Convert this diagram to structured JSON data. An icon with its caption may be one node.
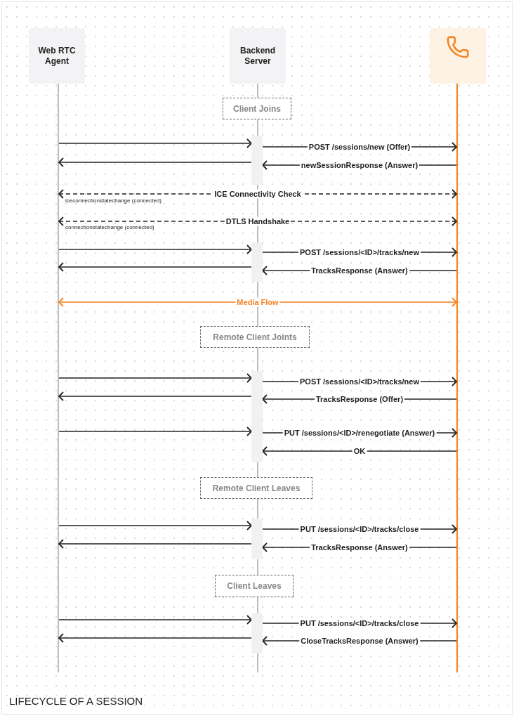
{
  "diagram": {
    "title": "LIFECYCLE OF A SESSION",
    "nodes": [
      {
        "text": [
          "Web RTC Agent"
        ]
      },
      {
        "text": [
          "Backend Server"
        ]
      },
      {
        "text": [],
        "shape": "box"
      },
      {
        "text": [],
        "shape": "line"
      },
      {
        "text": [],
        "shape": "line"
      },
      {
        "text": [],
        "shape": "line"
      },
      {
        "text": [
          "Client Joins"
        ]
      },
      {
        "text": [],
        "shape": "bar"
      },
      {
        "text": [],
        "shape": "bar"
      },
      {
        "text": [
          "Remote Client Joints"
        ]
      },
      {
        "text": [],
        "shape": "bar"
      },
      {
        "text": [
          "Remote Client Leaves"
        ]
      },
      {
        "text": [],
        "shape": "bar"
      },
      {
        "text": [
          "Client Leaves"
        ]
      },
      {
        "text": [],
        "shape": "bar"
      }
    ],
    "edges": [
      {
        "from": 3,
        "to": 7,
        "arrow": "to"
      },
      {
        "from": 7,
        "to": 5,
        "arrow": "to",
        "label": "POST /sessions/new (Offer)"
      },
      {
        "from": 7,
        "to": 3,
        "arrow": "to"
      },
      {
        "from": 5,
        "to": 7,
        "arrow": "to",
        "label": "newSessionResponse (Answer)"
      },
      {
        "from": 3,
        "to": 5,
        "arrow": "both",
        "style": "dashed",
        "label": "ICE Connectivity Check"
      },
      {
        "from": 3,
        "to": 5,
        "arrow": "both",
        "style": "dashed",
        "label": "DTLS Handshake"
      },
      {
        "from": 3,
        "to": 8,
        "arrow": "to"
      },
      {
        "from": 8,
        "to": 5,
        "arrow": "to",
        "label": "POST /sessions/<ID>/tracks/new"
      },
      {
        "from": 8,
        "to": 3,
        "arrow": "to"
      },
      {
        "from": 5,
        "to": 8,
        "arrow": "to",
        "label": "TracksResponse (Answer)"
      },
      {
        "from": 3,
        "to": 5,
        "arrow": "both",
        "color": "#f6821f",
        "label": "Media Flow"
      },
      {
        "from": 3,
        "to": 10,
        "arrow": "to"
      },
      {
        "from": 10,
        "to": 5,
        "arrow": "to",
        "label": "POST /sessions/<ID>/tracks/new"
      },
      {
        "from": 10,
        "to": 3,
        "arrow": "to"
      },
      {
        "from": 5,
        "to": 10,
        "arrow": "to",
        "label": "TracksResponse (Offer)"
      },
      {
        "from": 3,
        "to": 10,
        "arrow": "to"
      },
      {
        "from": 10,
        "to": 5,
        "arrow": "to",
        "label": "PUT /sessions/<ID>/renegotiate (Answer)"
      },
      {
        "from": 5,
        "to": 10,
        "arrow": "to",
        "label": "OK"
      },
      {
        "from": 3,
        "to": 12,
        "arrow": "to"
      },
      {
        "from": 12,
        "to": 5,
        "arrow": "to",
        "label": "PUT /sessions/<ID>/tracks/close"
      },
      {
        "from": 12,
        "to": 3,
        "arrow": "to"
      },
      {
        "from": 5,
        "to": 12,
        "arrow": "to",
        "label": "TracksResponse (Answer)"
      },
      {
        "from": 3,
        "to": 14,
        "arrow": "to"
      },
      {
        "from": 14,
        "to": 5,
        "arrow": "to",
        "label": "PUT /sessions/<ID>/tracks/close"
      },
      {
        "from": 14,
        "to": 3,
        "arrow": "to"
      },
      {
        "from": 5,
        "to": 14,
        "arrow": "to",
        "label": "CloseTracksResponse (Answer)"
      }
    ],
    "labels": [
      "iceconnectionstatechange (connected)",
      "connectionstatechange (connected)"
    ]
  }
}
